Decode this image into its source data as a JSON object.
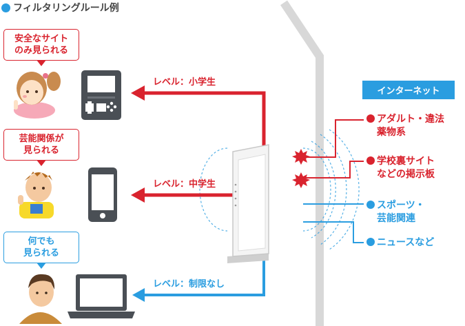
{
  "title": "フィルタリングルール例",
  "bubbles": [
    {
      "line1": "安全なサイト",
      "line2": "のみ見られる"
    },
    {
      "line1": "芸能関係が",
      "line2": "見られる"
    },
    {
      "line1": "何でも",
      "line2": "見られる"
    }
  ],
  "levels": [
    "レベル：小学生",
    "レベル：中学生",
    "レベル：制限なし"
  ],
  "internet_label": "インターネット",
  "categories": [
    {
      "line1": "アダルト・違法",
      "line2": "薬物系"
    },
    {
      "line1": "学校裏サイト",
      "line2": "などの掲示板"
    },
    {
      "line1": "スポーツ・",
      "line2": "芸能関連"
    },
    {
      "line1": "ニュースなど",
      "line2": ""
    }
  ],
  "colors": {
    "red": "#d9232e",
    "blue": "#2a9de0",
    "gray": "#d8d8d8"
  },
  "icons": [
    "game-console-icon",
    "smartphone-icon",
    "laptop-icon",
    "router-icon",
    "blocked-burst-icon"
  ]
}
